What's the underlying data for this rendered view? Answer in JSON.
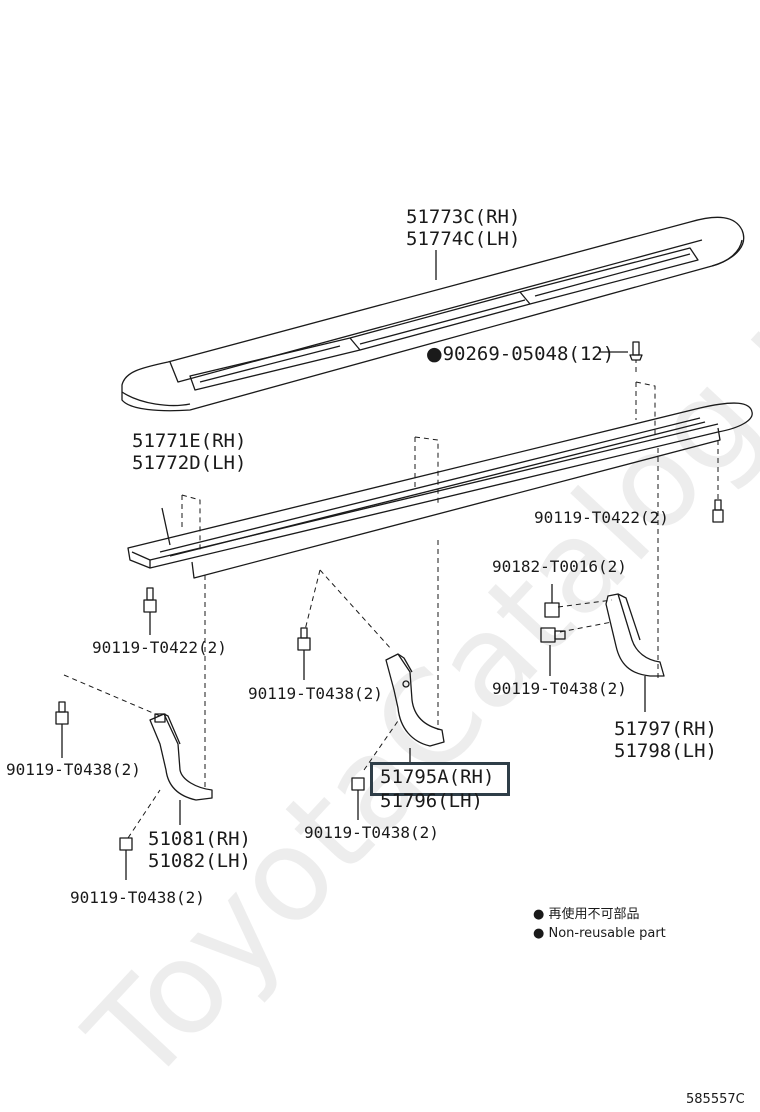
{
  "watermark": "ToyotaCatalog.ru",
  "labels": {
    "step_cover_rh": "51773C(RH)",
    "step_cover_lh": "51774C(LH)",
    "clip": "90269-05048(12)",
    "step_rh": "51771E(RH)",
    "step_lh": "51772D(LH)",
    "bolt_right_upper": "90119-T0422(2)",
    "nut": "90182-T0016(2)",
    "bolt_left_upper": "90119-T0422(2)",
    "bolt_right_bracket": "90119-T0438(2)",
    "bolt_center_upper": "90119-T0438(2)",
    "bracket_right_rh": "51797(RH)",
    "bracket_right_lh": "51798(LH)",
    "bolt_left_bracket": "90119-T0438(2)",
    "bracket_center_rh": "51795A(RH)",
    "bracket_center_lh": "51796(LH)",
    "bracket_left_rh": "51081(RH)",
    "bracket_left_lh": "51082(LH)",
    "bolt_center_lower": "90119-T0438(2)",
    "bolt_left_lower": "90119-T0438(2)"
  },
  "legend": {
    "item_jp": "再使用不可部品",
    "item_en": "Non-reusable part"
  },
  "diagram_code": "585557C",
  "colors": {
    "line": "#1a1a1a",
    "highlight": "#2f3e48"
  }
}
